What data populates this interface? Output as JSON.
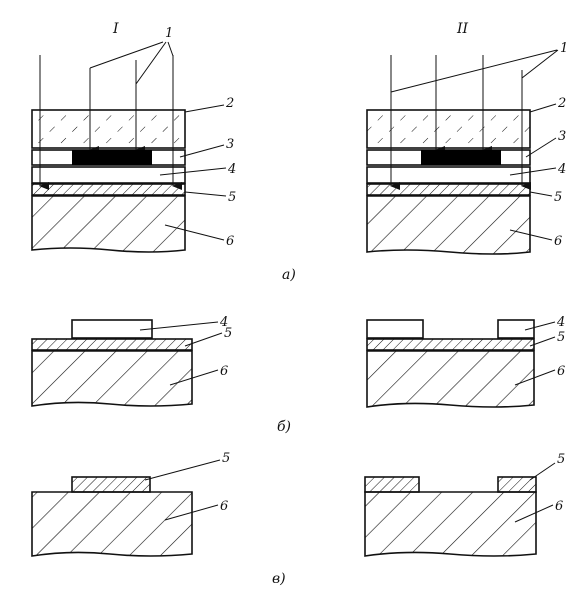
{
  "columns": [
    {
      "id": "I",
      "label": "I"
    },
    {
      "id": "II",
      "label": "II"
    }
  ],
  "stages": [
    {
      "id": "a",
      "label": "а)"
    },
    {
      "id": "b",
      "label": "б)"
    },
    {
      "id": "v",
      "label": "в)"
    }
  ],
  "callouts": {
    "light": "1",
    "glass": "2",
    "mask_film": "3",
    "photoresist": "4",
    "layer": "5",
    "substrate": "6"
  },
  "colors": {
    "ink": "#111111",
    "background": "#ffffff",
    "mask_opaque": "#000000"
  }
}
